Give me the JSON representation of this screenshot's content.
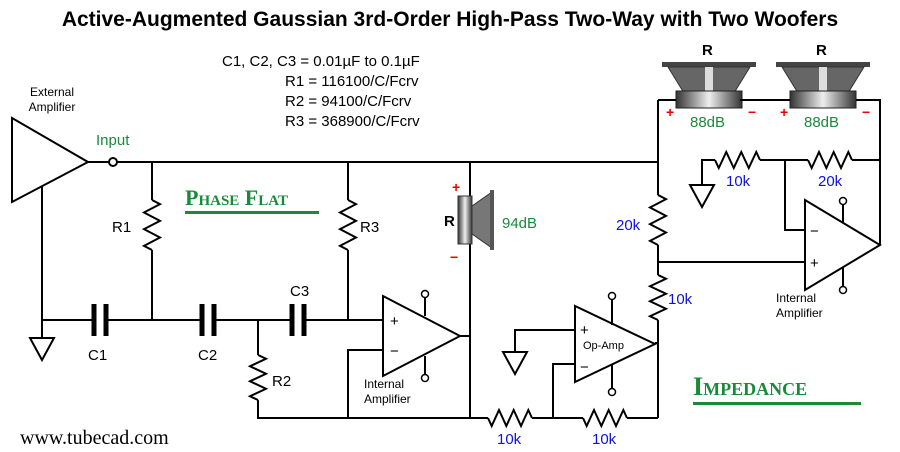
{
  "title": "Active-Augmented Gaussian 3rd-Order High-Pass Two-Way with Two Woofers",
  "formulas": [
    "C1, C2, C3 =  0.01µF to 0.1µF",
    "R1 =  116100/C/Fcrv",
    "R2 =  94100/C/Fcrv",
    "R3 =  368900/C/Fcrv"
  ],
  "external_amp": [
    "External",
    "Amplifier"
  ],
  "input_label": "Input",
  "phase_flat": "Phase Flat",
  "impedance": "Impedance",
  "website": "www.tubecad.com",
  "components": {
    "r1": "R1",
    "r2": "R2",
    "r3": "R3",
    "c1": "C1",
    "c2": "C2",
    "c3": "C3",
    "r_20k_left": "20k",
    "r_10k_left": "10k",
    "r_10k_fb": "10k",
    "r_20k_fb": "20k",
    "r_10k_b1": "10k",
    "r_10k_b2": "10k"
  },
  "tweeter": {
    "label": "R",
    "spl": "94dB",
    "plus": "+",
    "minus": "−"
  },
  "woofers": [
    {
      "label": "R",
      "spl": "88dB",
      "plus": "+",
      "minus": "−"
    },
    {
      "label": "R",
      "spl": "88dB",
      "plus": "+",
      "minus": "−"
    }
  ],
  "internal_amp": [
    "Internal",
    "Amplifier"
  ],
  "opamp_label": "Op-Amp",
  "opamp_pins": {
    "plus": "+",
    "minus": "−"
  },
  "colors": {
    "green": "#1a8a3a",
    "blue": "#1010e0",
    "red": "#e00000"
  }
}
